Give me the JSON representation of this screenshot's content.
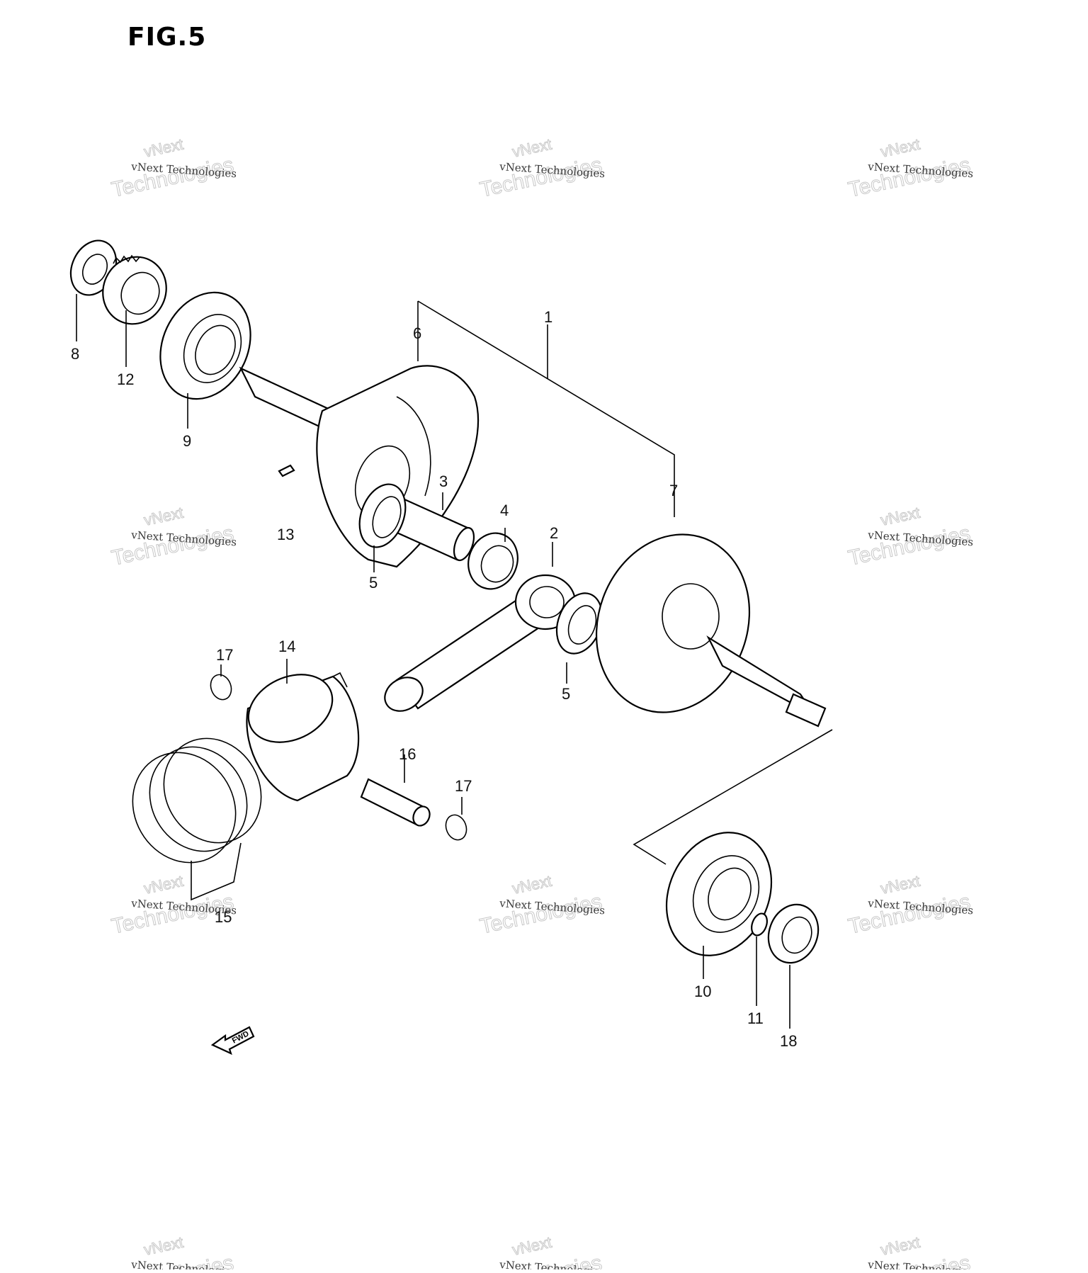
{
  "figure": {
    "title": "FIG.5"
  },
  "callouts": [
    {
      "id": "1",
      "label": "1"
    },
    {
      "id": "2",
      "label": "2"
    },
    {
      "id": "3",
      "label": "3"
    },
    {
      "id": "4",
      "label": "4"
    },
    {
      "id": "5a",
      "label": "5"
    },
    {
      "id": "5b",
      "label": "5"
    },
    {
      "id": "6",
      "label": "6"
    },
    {
      "id": "7",
      "label": "7"
    },
    {
      "id": "8",
      "label": "8"
    },
    {
      "id": "9",
      "label": "9"
    },
    {
      "id": "10",
      "label": "10"
    },
    {
      "id": "11",
      "label": "11"
    },
    {
      "id": "12",
      "label": "12"
    },
    {
      "id": "13",
      "label": "13"
    },
    {
      "id": "14",
      "label": "14"
    },
    {
      "id": "15",
      "label": "15"
    },
    {
      "id": "16",
      "label": "16"
    },
    {
      "id": "17a",
      "label": "17"
    },
    {
      "id": "17b",
      "label": "17"
    },
    {
      "id": "18",
      "label": "18"
    }
  ],
  "fwd_arrow": {
    "label": "FWD"
  },
  "watermark": {
    "line1": "vNext",
    "line2": "vNext Technologies",
    "line3": "Technologies"
  }
}
